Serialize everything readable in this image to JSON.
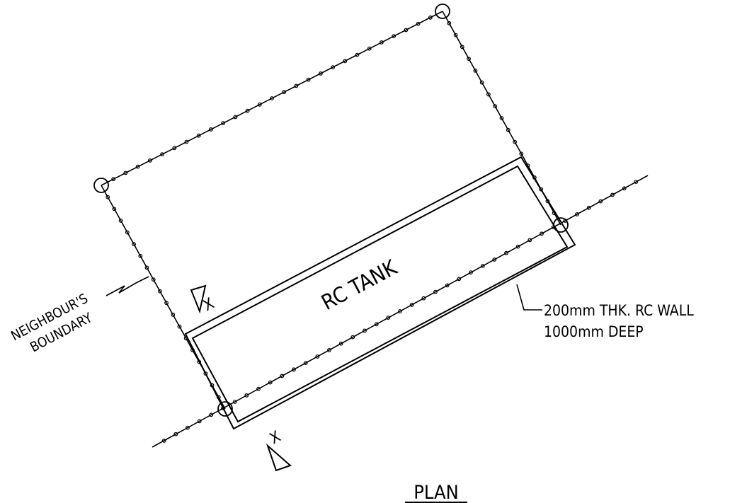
{
  "title": "PLAN",
  "tank_label": "RC TANK",
  "section_marker": "X",
  "neighbour_label": [
    "NEIGHBOUR'S",
    "BOUNDARY"
  ],
  "wall_note": [
    "200mm THK. RC WALL",
    "1000mm DEEP"
  ]
}
